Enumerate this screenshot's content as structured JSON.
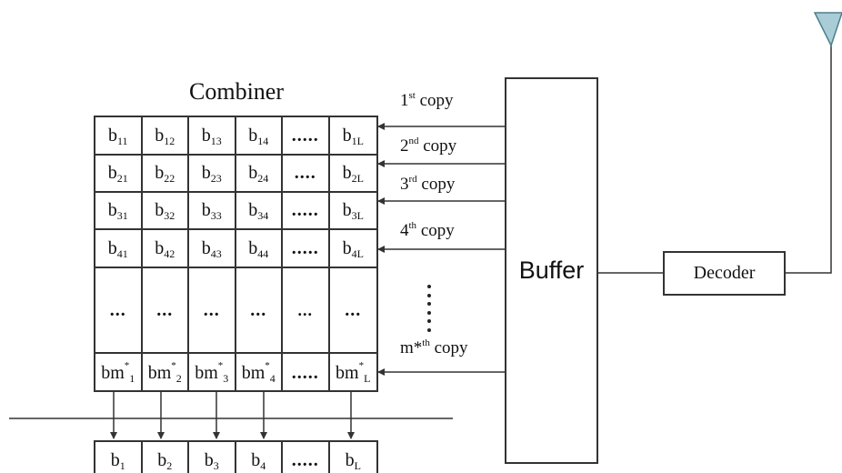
{
  "combiner": {
    "title": "Combiner",
    "rows": [
      [
        {
          "b": "b",
          "s": "11"
        },
        {
          "b": "b",
          "s": "12"
        },
        {
          "b": "b",
          "s": "13"
        },
        {
          "b": "b",
          "s": "14"
        },
        {
          "b": ".....",
          "bold": true
        },
        {
          "b": "b",
          "s": "1L"
        }
      ],
      [
        {
          "b": "b",
          "s": "21"
        },
        {
          "b": "b",
          "s": "22"
        },
        {
          "b": "b",
          "s": "23"
        },
        {
          "b": "b",
          "s": "24"
        },
        {
          "b": "....",
          "bold": true
        },
        {
          "b": "b",
          "s": "2L"
        }
      ],
      [
        {
          "b": "b",
          "s": "31"
        },
        {
          "b": "b",
          "s": "32"
        },
        {
          "b": "b",
          "s": "33"
        },
        {
          "b": "b",
          "s": "34"
        },
        {
          "b": ".....",
          "bold": true
        },
        {
          "b": "b",
          "s": "3L"
        }
      ],
      [
        {
          "b": "b",
          "s": "41"
        },
        {
          "b": "b",
          "s": "42"
        },
        {
          "b": "b",
          "s": "43"
        },
        {
          "b": "b",
          "s": "44"
        },
        {
          "b": ".....",
          "bold": true
        },
        {
          "b": "b",
          "s": "4L"
        }
      ],
      [
        {
          "b": "...",
          "bold": true
        },
        {
          "b": "...",
          "bold": true
        },
        {
          "b": "...",
          "bold": true
        },
        {
          "b": "...",
          "bold": true
        },
        {
          "b": "...",
          "bold": true,
          "small": true
        },
        {
          "b": "...",
          "bold": true
        }
      ],
      [
        {
          "b": "bm",
          "p": "*",
          "s": "1"
        },
        {
          "b": "bm",
          "p": "*",
          "s": "2"
        },
        {
          "b": "bm",
          "p": "*",
          "s": "3"
        },
        {
          "b": "bm",
          "p": "*",
          "s": "4"
        },
        {
          "b": ".....",
          "bold": true
        },
        {
          "b": "bm",
          "p": "*",
          "s": "L"
        }
      ]
    ]
  },
  "output_row": [
    {
      "b": "b",
      "s": "1"
    },
    {
      "b": "b",
      "s": "2"
    },
    {
      "b": "b",
      "s": "3"
    },
    {
      "b": "b",
      "s": "4"
    },
    {
      "b": ".....",
      "bold": true
    },
    {
      "b": "b",
      "s": "L"
    }
  ],
  "copies": [
    {
      "pre": "1",
      "ord": "st",
      "post": " copy"
    },
    {
      "pre": "2",
      "ord": "nd",
      "post": " copy"
    },
    {
      "pre": "3",
      "ord": "rd",
      "post": " copy"
    },
    {
      "pre": "4",
      "ord": "th",
      "post": " copy"
    },
    {
      "pre": "m*",
      "ord": "th",
      "post": " copy"
    }
  ],
  "buffer": {
    "label": "Buffer"
  },
  "decoder": {
    "label": "Decoder"
  },
  "colors": {
    "line": "#333333",
    "antenna_fill": "#a8cdd6",
    "antenna_stroke": "#4d7f8c"
  }
}
